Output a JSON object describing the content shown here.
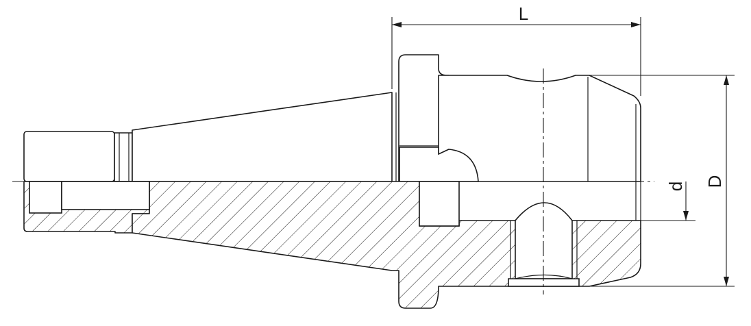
{
  "dimensions": {
    "length_label": "L",
    "diameter_label": "D",
    "bore_label": "d"
  }
}
